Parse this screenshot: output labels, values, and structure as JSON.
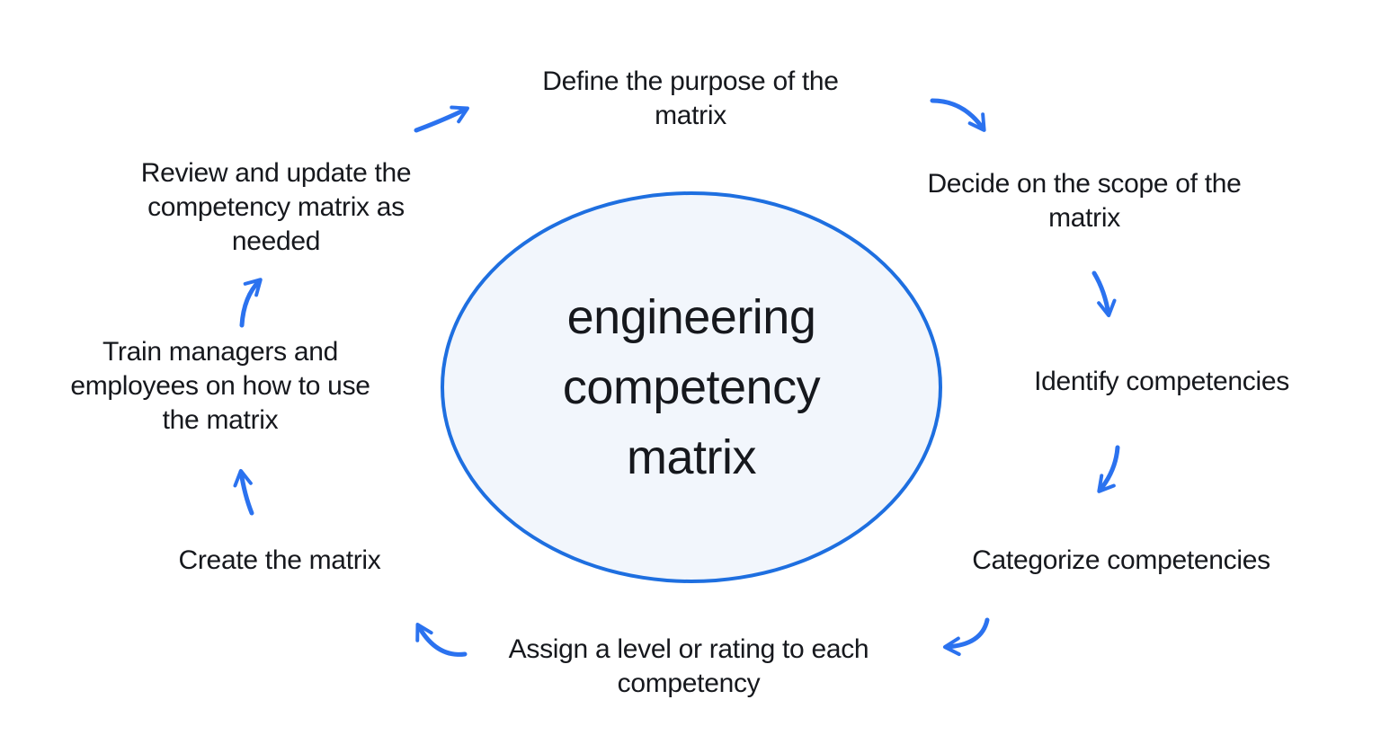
{
  "center": {
    "label": "engineering competency matrix"
  },
  "steps": [
    {
      "id": "define",
      "label": "Define the purpose of the matrix"
    },
    {
      "id": "decide",
      "label": "Decide on the scope of the matrix"
    },
    {
      "id": "identify",
      "label": "Identify competencies"
    },
    {
      "id": "categorize",
      "label": "Categorize competencies"
    },
    {
      "id": "assign",
      "label": "Assign a level or rating to each competency"
    },
    {
      "id": "create",
      "label": "Create the matrix"
    },
    {
      "id": "train",
      "label": "Train managers and employees on how to use the matrix"
    },
    {
      "id": "review",
      "label": "Review and update the competency matrix as needed"
    }
  ],
  "colors": {
    "arrow_blue": "#2b72ef",
    "ellipse_stroke": "#1e6fe0",
    "ellipse_fill": "#f2f6fc",
    "text": "#16181d",
    "background": "#ffffff"
  }
}
